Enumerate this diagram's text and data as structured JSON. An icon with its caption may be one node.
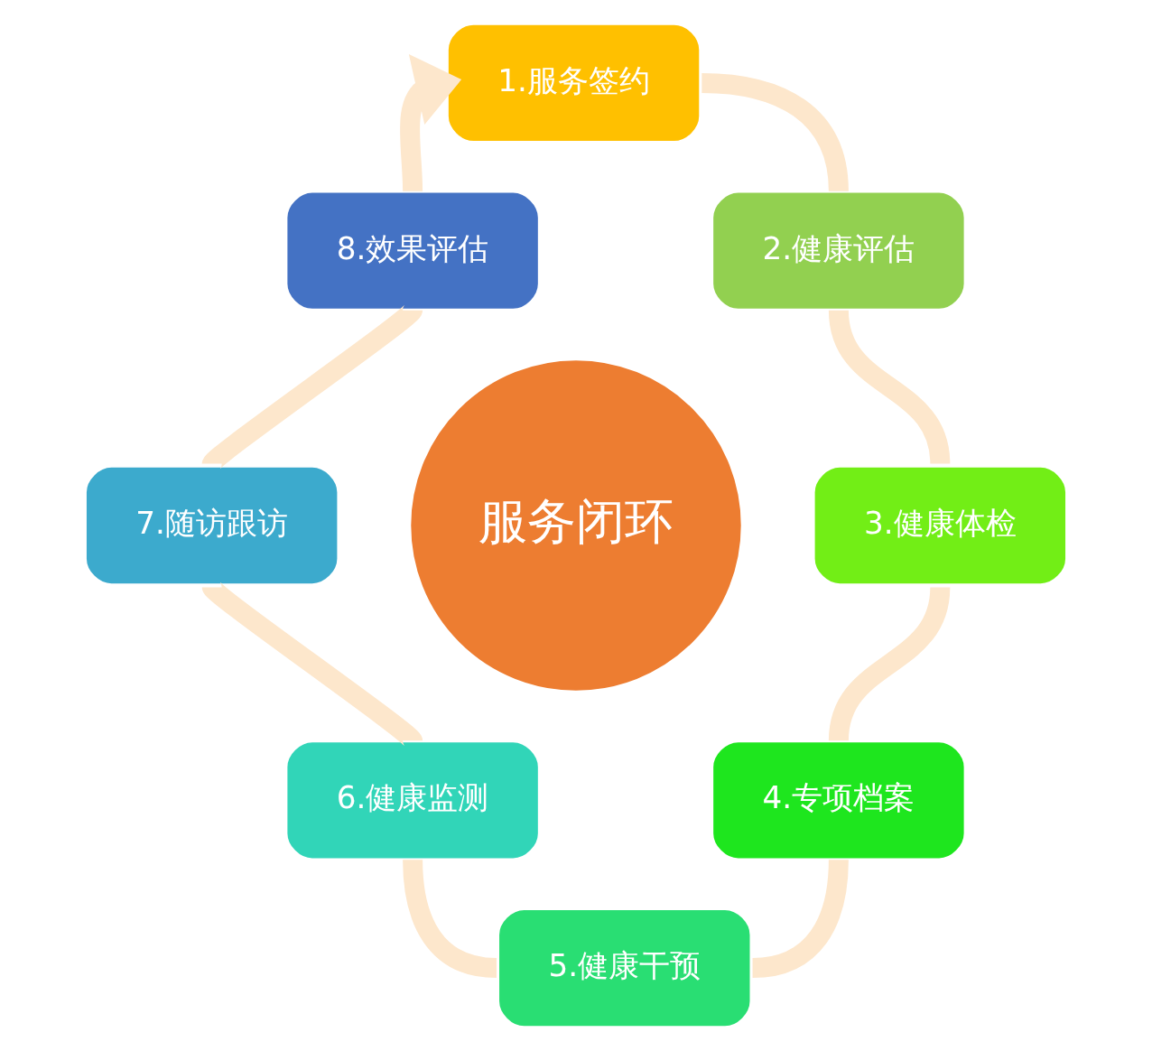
{
  "diagram": {
    "nodes": [
      {
        "text": [
          "1.服务签约"
        ]
      },
      {
        "text": [
          "2.健康评估"
        ]
      },
      {
        "text": [
          "3.健康体检"
        ]
      },
      {
        "text": [
          "4.专项档案"
        ]
      },
      {
        "text": [
          "5.健康干预"
        ]
      },
      {
        "text": [
          "6.健康监测"
        ]
      },
      {
        "text": [
          "7.随访跟访"
        ]
      },
      {
        "text": [
          "8.效果评估"
        ]
      },
      {
        "text": [
          "服务闭环"
        ]
      }
    ],
    "edges": [
      {
        "from": 0,
        "to": 1,
        "arrow": "none"
      },
      {
        "from": 1,
        "to": 2,
        "arrow": "none"
      },
      {
        "from": 2,
        "to": 3,
        "arrow": "none"
      },
      {
        "from": 3,
        "to": 4,
        "arrow": "none"
      },
      {
        "from": 4,
        "to": 5,
        "arrow": "none"
      },
      {
        "from": 5,
        "to": 6,
        "arrow": "none"
      },
      {
        "from": 6,
        "to": 7,
        "arrow": "none"
      },
      {
        "from": 7,
        "to": 0,
        "arrow": "to"
      }
    ]
  }
}
